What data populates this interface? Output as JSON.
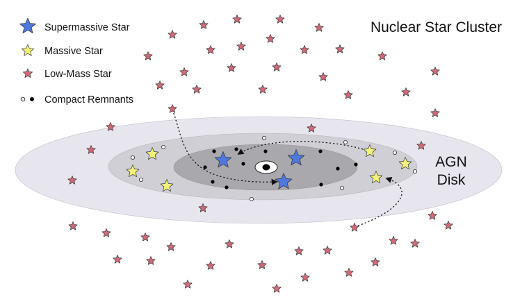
{
  "title": "Nuclear Star Cluster",
  "disk_label_lines": [
    "AGN",
    "Disk"
  ],
  "legend": [
    {
      "kind": "supermassive",
      "label": "Supermassive Star"
    },
    {
      "kind": "massive",
      "label": "Massive Star"
    },
    {
      "kind": "lowmass",
      "label": "Low-Mass Star"
    },
    {
      "kind": "remnant",
      "label": "Compact Remnants"
    }
  ],
  "colors": {
    "supermassive": "#4f78dc",
    "massive": "#f2f27a",
    "lowmass": "#d26a78",
    "disk_outer": "#e7e6ef",
    "disk_mid": "#cfcfd5",
    "disk_inner": "#a9a9ad",
    "outline": "#333333"
  },
  "stars": {
    "supermassive": [
      [
        321,
        231
      ],
      [
        426,
        228
      ],
      [
        408,
        262
      ]
    ],
    "massive": [
      [
        219,
        222
      ],
      [
        191,
        247
      ],
      [
        240,
        268
      ],
      [
        532,
        218
      ],
      [
        583,
        236
      ],
      [
        541,
        256
      ]
    ],
    "lowmass": [
      [
        341,
        28
      ],
      [
        403,
        28
      ],
      [
        293,
        36
      ],
      [
        459,
        40
      ],
      [
        248,
        50
      ],
      [
        389,
        56
      ],
      [
        347,
        67
      ],
      [
        303,
        72
      ],
      [
        438,
        72
      ],
      [
        489,
        71
      ],
      [
        213,
        81
      ],
      [
        550,
        81
      ],
      [
        333,
        98
      ],
      [
        398,
        97
      ],
      [
        265,
        104
      ],
      [
        465,
        111
      ],
      [
        626,
        103
      ],
      [
        230,
        123
      ],
      [
        283,
        129
      ],
      [
        378,
        129
      ],
      [
        501,
        137
      ],
      [
        584,
        133
      ],
      [
        248,
        157
      ],
      [
        626,
        163
      ],
      [
        159,
        183
      ],
      [
        448,
        185
      ],
      [
        131,
        216
      ],
      [
        606,
        210
      ],
      [
        104,
        260
      ],
      [
        292,
        300
      ],
      [
        622,
        311
      ],
      [
        105,
        326
      ],
      [
        510,
        328
      ],
      [
        645,
        325
      ],
      [
        153,
        336
      ],
      [
        209,
        342
      ],
      [
        246,
        356
      ],
      [
        330,
        352
      ],
      [
        566,
        347
      ],
      [
        597,
        351
      ],
      [
        430,
        362
      ],
      [
        471,
        361
      ],
      [
        169,
        374
      ],
      [
        217,
        376
      ],
      [
        303,
        383
      ],
      [
        377,
        382
      ],
      [
        540,
        378
      ],
      [
        502,
        393
      ],
      [
        270,
        410
      ],
      [
        398,
        416
      ],
      [
        439,
        400
      ]
    ],
    "remnants_open": [
      [
        235,
        212
      ],
      [
        191,
        227
      ],
      [
        203,
        259
      ],
      [
        380,
        199
      ],
      [
        497,
        205
      ],
      [
        568,
        220
      ],
      [
        597,
        247
      ],
      [
        492,
        271
      ],
      [
        362,
        287
      ]
    ],
    "remnants_filled": [
      [
        308,
        218
      ],
      [
        340,
        215
      ],
      [
        382,
        218
      ],
      [
        461,
        218
      ],
      [
        350,
        236
      ],
      [
        295,
        241
      ],
      [
        486,
        243
      ],
      [
        512,
        237
      ],
      [
        306,
        262
      ],
      [
        326,
        270
      ],
      [
        462,
        266
      ]
    ]
  }
}
